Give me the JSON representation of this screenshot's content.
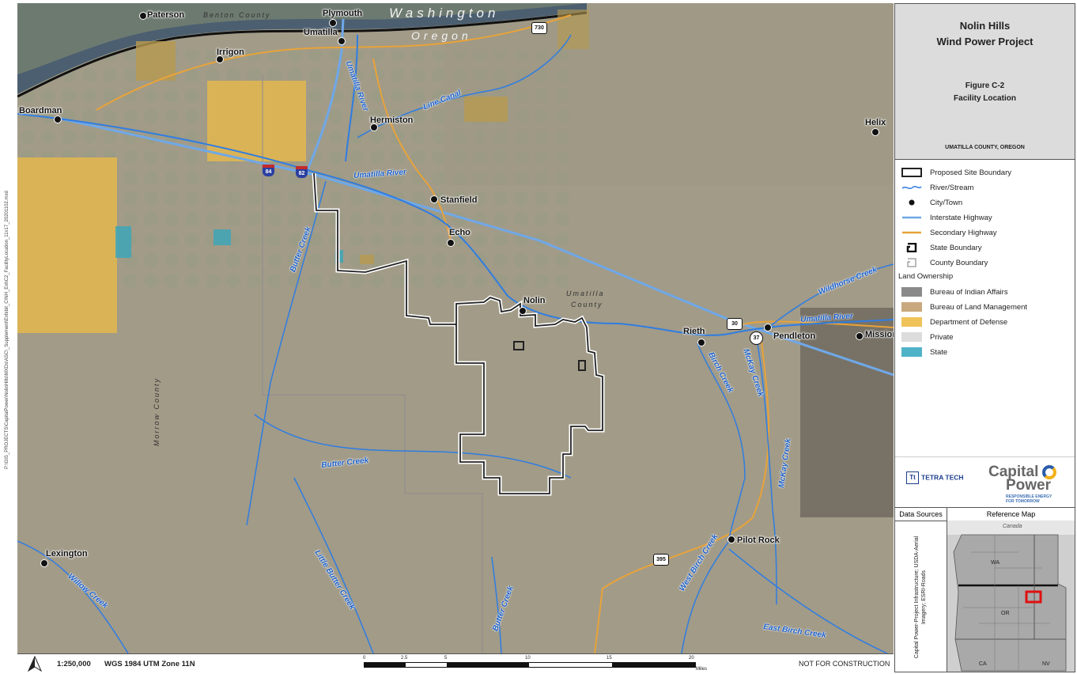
{
  "title": {
    "project_line1": "Nolin Hills",
    "project_line2": "Wind Power Project",
    "figure_line1": "Figure C-2",
    "figure_line2": "Facility Location",
    "location": "UMATILLA COUNTY, OREGON"
  },
  "map": {
    "cities": [
      {
        "name": "Paterson"
      },
      {
        "name": "Plymouth"
      },
      {
        "name": "Umatilla"
      },
      {
        "name": "Irrigon"
      },
      {
        "name": "Boardman"
      },
      {
        "name": "Hermiston"
      },
      {
        "name": "Helix"
      },
      {
        "name": "Stanfield"
      },
      {
        "name": "Echo"
      },
      {
        "name": "Nolin"
      },
      {
        "name": "Rieth"
      },
      {
        "name": "Pendleton"
      },
      {
        "name": "Mission"
      },
      {
        "name": "Pilot Rock"
      },
      {
        "name": "Lexington"
      }
    ],
    "rivers": [
      "Umatilla River",
      "Line Canal",
      "Umatilla River",
      "Butter Creek",
      "Butter Creek",
      "Little Butter Creek",
      "Butter Creek",
      "Willow Creek",
      "Birch Creek",
      "McKay Creek",
      "McKay Creek",
      "Wildhorse Creek",
      "Umatilla River",
      "West Birch Creek",
      "East Birch Creek"
    ],
    "regions": {
      "benton": "Benton County",
      "washington": "Washington",
      "oregon": "Oregon",
      "umatilla_county_1": "Umatilla",
      "umatilla_county_2": "County",
      "morrow": "Morrow County"
    },
    "shields": {
      "i84": "84",
      "i82": "82",
      "us730": "730",
      "us30": "30",
      "or37": "37",
      "us395": "395"
    }
  },
  "legend": {
    "items": [
      {
        "label": "Proposed Site Boundary",
        "symbol": "site-boundary"
      },
      {
        "label": "River/Stream",
        "symbol": "river"
      },
      {
        "label": "City/Town",
        "symbol": "city"
      },
      {
        "label": "Interstate Highway",
        "symbol": "interstate"
      },
      {
        "label": "Secondary Highway",
        "symbol": "secondary"
      },
      {
        "label": "State Boundary",
        "symbol": "state"
      },
      {
        "label": "County Boundary",
        "symbol": "county"
      }
    ],
    "land_heading": "Land Ownership",
    "land_items": [
      {
        "label": "Bureau of Indian Affairs",
        "color": "#8a8a8a"
      },
      {
        "label": "Bureau of Land Management",
        "color": "#c8a97e"
      },
      {
        "label": "Department of Defense",
        "color": "#f0c35a"
      },
      {
        "label": "Private",
        "color": "#dcdcdc"
      },
      {
        "label": "State",
        "color": "#4fb3c8"
      }
    ]
  },
  "logos": {
    "tetra_tech": "TETRA TECH",
    "tt_mark": "Tt",
    "capital": "Capital",
    "power": "Power",
    "tagline1": "RESPONSIBLE ENERGY",
    "tagline2": "FOR TOMORROW"
  },
  "data_sources": {
    "heading": "Data Sources",
    "text": "Capital Power-Project Infrastructure; USDA-Aerial Imagery; ESRI-Roads"
  },
  "reference_map": {
    "heading": "Reference Map",
    "labels": {
      "canada": "Canada",
      "wa": "WA",
      "or": "OR",
      "ca": "CA",
      "nv": "NV"
    }
  },
  "footer": {
    "scale": "1:250,000",
    "projection": "WGS 1984 UTM Zone 11N",
    "scale_ticks": [
      "0",
      "2.5",
      "5",
      "10",
      "15",
      "20"
    ],
    "scale_units": "Miles",
    "note": "NOT FOR CONSTRUCTION"
  },
  "side_path": "P:\\GIS_PROJECTS\\CapitalPower\\NolinHills\\MXDs\\ASC\\_Supplement\\Exhibit_C\\NH_ExhC2_FacilityLocation_11x17_20201102.mxd",
  "colors": {
    "river": "#2f7de1",
    "interstate": "#6fa8e8",
    "secondary": "#e8a33a",
    "dod": "#e4b74e",
    "blm": "#b89a4f",
    "bia": "#7a746a",
    "state": "#3ea6b8"
  }
}
